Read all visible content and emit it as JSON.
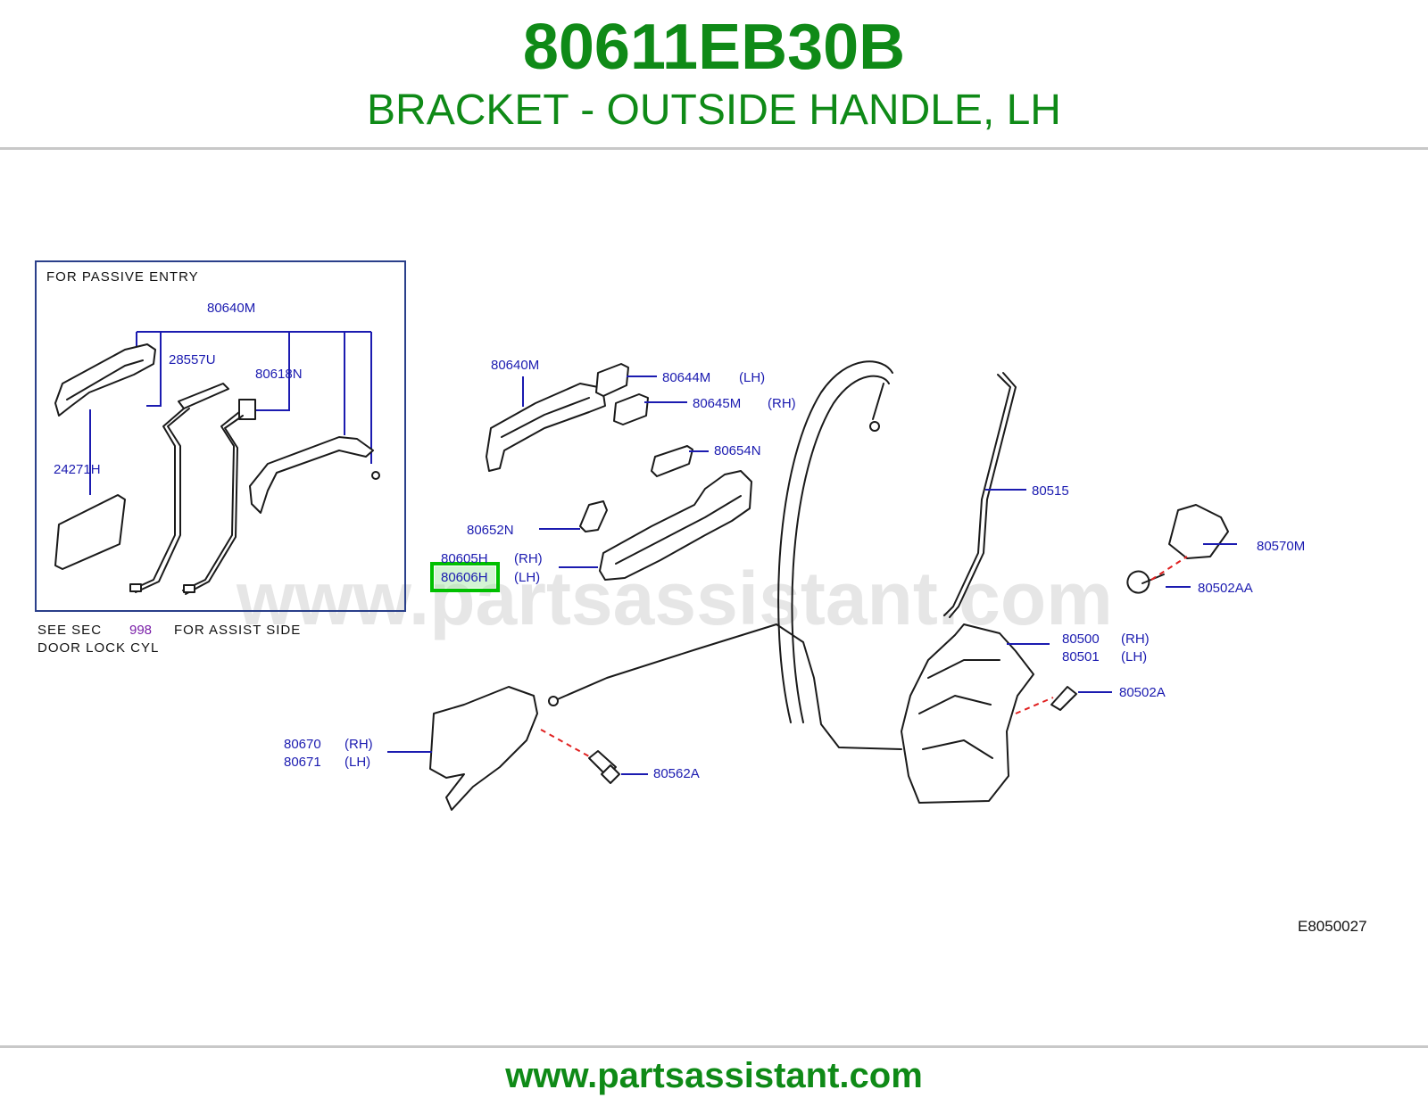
{
  "header": {
    "part_number": "80611EB30B",
    "description": "BRACKET - OUTSIDE HANDLE, LH"
  },
  "watermark": "www.partsassistant.com",
  "footer": {
    "url": "www.partsassistant.com"
  },
  "colors": {
    "brand_green": "#0f8a17",
    "label_blue": "#1b1bb0",
    "highlight_green": "#00c000",
    "dash_red": "#e02020"
  },
  "inset": {
    "title": "FOR   PASSIVE   ENTRY",
    "labels": [
      "80640M",
      "28557U",
      "80618N",
      "24271H"
    ],
    "note_line1_a": "SEE   SEC",
    "note_sec": "998",
    "note_line1_b": "FOR   ASSIST   SIDE",
    "note_line2": "DOOR   LOCK   CYL"
  },
  "callouts": [
    {
      "part": "80640M",
      "side": ""
    },
    {
      "part": "80644M",
      "side": "(LH)"
    },
    {
      "part": "80645M",
      "side": "(RH)"
    },
    {
      "part": "80654N",
      "side": ""
    },
    {
      "part": "80652N",
      "side": ""
    },
    {
      "part": "80605H",
      "side": "(RH)"
    },
    {
      "part": "80606H",
      "side": "(LH)",
      "highlighted": true
    },
    {
      "part": "80515",
      "side": ""
    },
    {
      "part": "80570M",
      "side": ""
    },
    {
      "part": "80502AA",
      "side": ""
    },
    {
      "part": "80500",
      "side": "(RH)"
    },
    {
      "part": "80501",
      "side": "(LH)"
    },
    {
      "part": "80502A",
      "side": ""
    },
    {
      "part": "80670",
      "side": "(RH)"
    },
    {
      "part": "80671",
      "side": "(LH)"
    },
    {
      "part": "80562A",
      "side": ""
    }
  ],
  "diagram_code": "E8050027"
}
